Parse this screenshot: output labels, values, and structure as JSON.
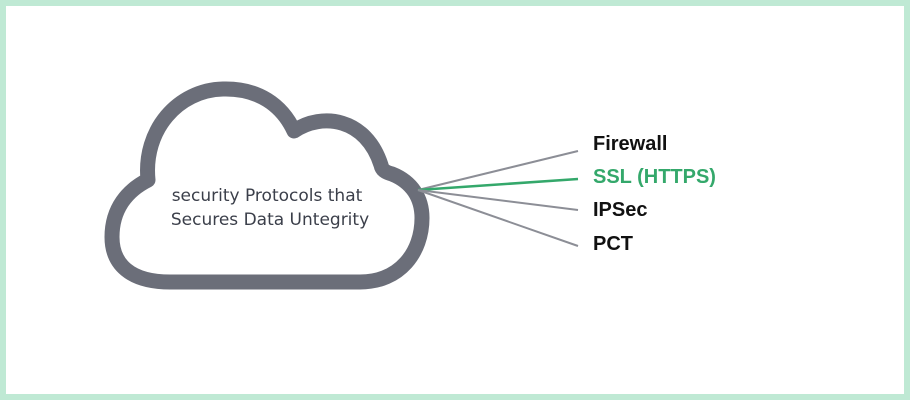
{
  "diagram": {
    "cloud": {
      "line1": "security Protocols that",
      "line2": "Secures Data Untegrity",
      "stroke_color": "#6b6e79"
    },
    "connector_color": "#8c8e96",
    "highlight_color": "#34a86b",
    "text_color": "#111111",
    "items": [
      {
        "label": "Firewall",
        "highlighted": false
      },
      {
        "label": "SSL (HTTPS)",
        "highlighted": true
      },
      {
        "label": "IPSec",
        "highlighted": false
      },
      {
        "label": "PCT",
        "highlighted": false
      }
    ]
  }
}
